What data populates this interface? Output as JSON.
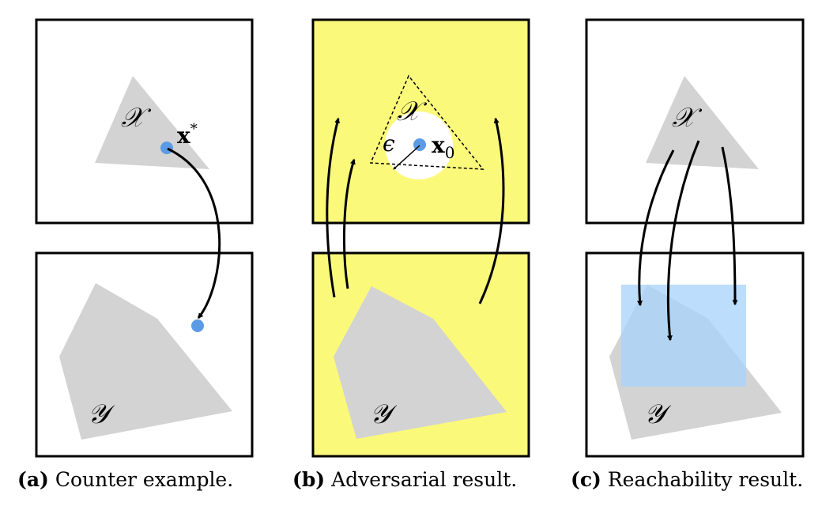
{
  "panels": [
    {
      "id": "a",
      "caption_tag": "(a)",
      "caption_text": "Counter example.",
      "set_x": "𝒳",
      "set_y": "𝒴",
      "point_label": "x",
      "point_sup": "*"
    },
    {
      "id": "b",
      "caption_tag": "(b)",
      "caption_text": "Adversarial result.",
      "set_x": "𝒳",
      "set_y": "𝒴",
      "eps_label": "ϵ",
      "point_label": "x",
      "point_sub": "0"
    },
    {
      "id": "c",
      "caption_tag": "(c)",
      "caption_text": "Reachability result.",
      "set_x": "𝒳",
      "set_y": "𝒴"
    }
  ],
  "colors": {
    "set_fill": "#d3d3d3",
    "point": "#5b9be6",
    "adversarial_bg": "#fbf97a",
    "reach_box": "#a9d5fb",
    "border": "#000000"
  }
}
